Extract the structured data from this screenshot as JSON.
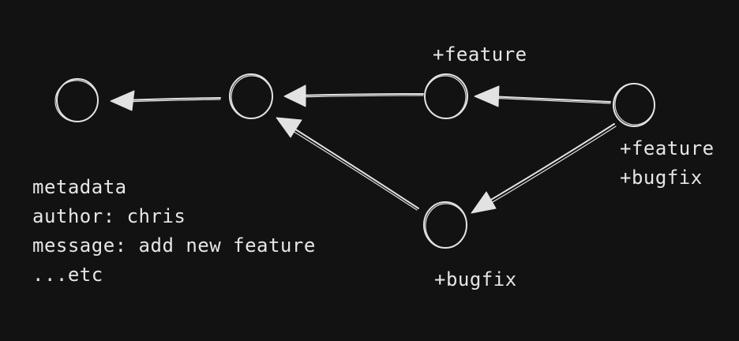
{
  "labels": {
    "feature_top": "+feature",
    "merge_feature": "+feature",
    "merge_bugfix": "+bugfix",
    "bugfix_bottom": "+bugfix",
    "metadata": [
      "metadata",
      "author: chris",
      "message: add new feature",
      "...etc"
    ]
  },
  "colors": {
    "background": "#121212",
    "ink": "#e2e2e2"
  }
}
